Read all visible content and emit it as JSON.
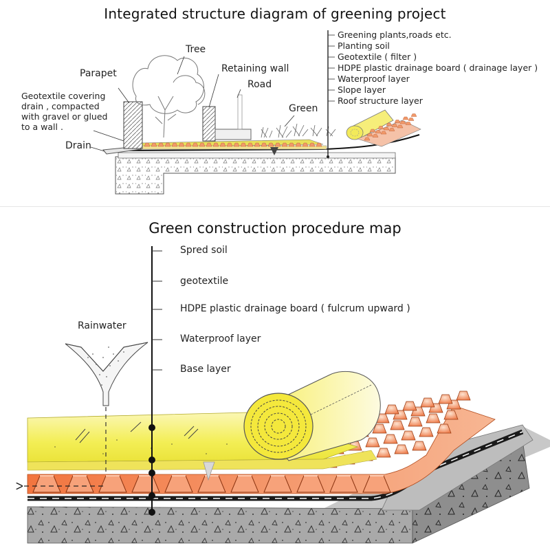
{
  "top": {
    "title": "Integrated structure diagram of greening project",
    "labels": {
      "tree": "Tree",
      "parapet": "Parapet",
      "retaining_wall": "Retaining wall",
      "road": "Road",
      "green": "Green",
      "geotextile_note": "Geotextile covering\ndrain , compacted\nwith gravel or glued\nto a wall .",
      "drain": "Drain"
    },
    "layers": [
      "Greening plants,roads etc.",
      "Planting soil",
      "Geotextile ( filter )",
      "HDPE plastic drainage board ( drainage layer )",
      "Waterproof layer",
      "Slope layer",
      "Roof structure layer"
    ]
  },
  "bottom": {
    "title": "Green construction procedure map",
    "rainwater": "Rainwater",
    "layers": [
      "Spred soil",
      "geotextile",
      "HDPE plastic drainage board ( fulcrum upward )",
      "Waterproof layer",
      "Base layer"
    ]
  },
  "colors": {
    "soil_yellow": "#f3ee55",
    "soil_light": "#fbf7b4",
    "drainage_orange": "#f2753f",
    "drainage_light": "#f7b693",
    "concrete": "#a7a7a7",
    "concrete_dark": "#7d7d7d",
    "waterproof": "#1a1a1a",
    "pale_yellow": "#f6f0a0"
  }
}
